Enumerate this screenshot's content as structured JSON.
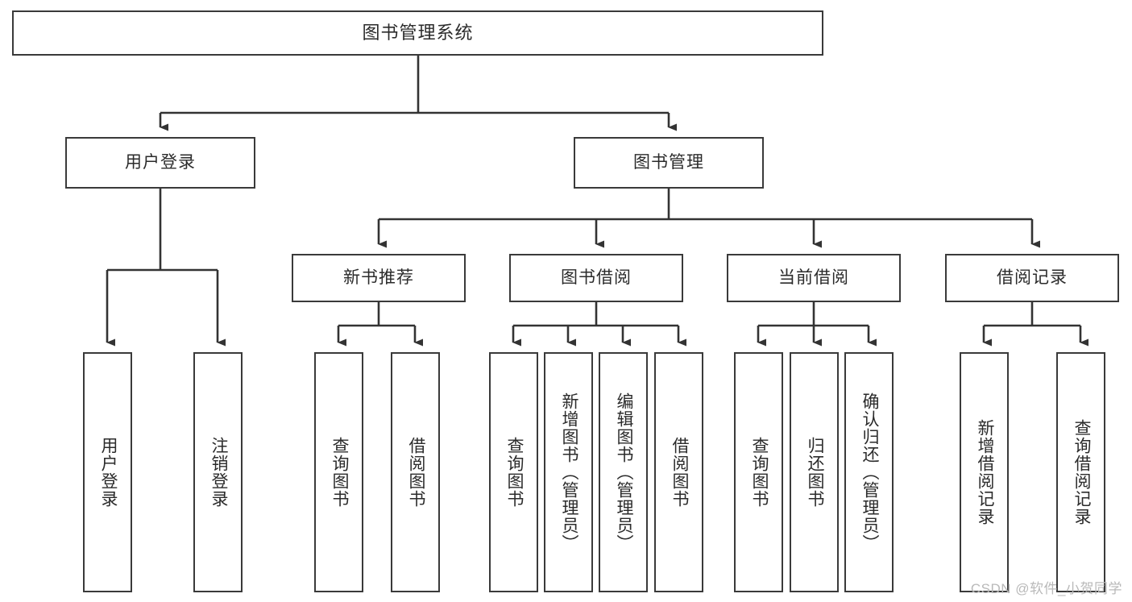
{
  "diagram": {
    "title": "图书管理系统",
    "type": "tree-hierarchy",
    "watermark": "CSDN @软件_小贺同学",
    "colors": {
      "background": "#ffffff",
      "border": "#3a3a3a",
      "text": "#2b2b2b",
      "edge": "#333333",
      "watermark": "#b9b9b9"
    },
    "levels": {
      "root": {
        "label": "图书管理系统"
      },
      "level2": [
        {
          "label": "用户登录"
        },
        {
          "label": "图书管理"
        }
      ],
      "level3": [
        {
          "label": "新书推荐"
        },
        {
          "label": "图书借阅"
        },
        {
          "label": "当前借阅"
        },
        {
          "label": "借阅记录"
        }
      ],
      "leaves": {
        "user_login": [
          {
            "label": "用户登录"
          },
          {
            "label": "注销登录"
          }
        ],
        "new_book": [
          {
            "label": "查询图书"
          },
          {
            "label": "借阅图书"
          }
        ],
        "book_borrow": [
          {
            "label": "查询图书"
          },
          {
            "label": "新增图书（管理员）"
          },
          {
            "label": "编辑图书（管理员）"
          },
          {
            "label": "借阅图书"
          }
        ],
        "current_borrow": [
          {
            "label": "查询图书"
          },
          {
            "label": "归还图书"
          },
          {
            "label": "确认归还（管理员）"
          }
        ],
        "borrow_record": [
          {
            "label": "新增借阅记录"
          },
          {
            "label": "查询借阅记录"
          }
        ]
      }
    }
  }
}
